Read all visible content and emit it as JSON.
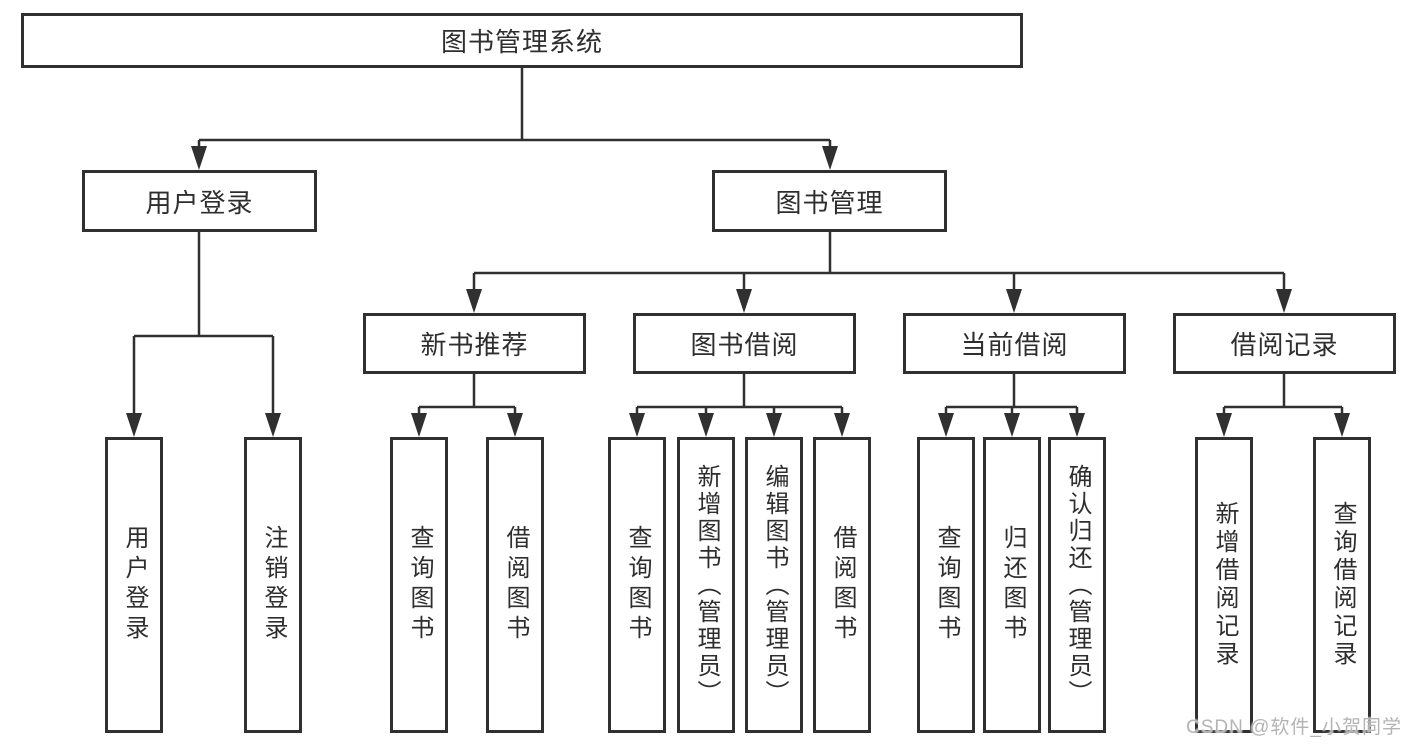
{
  "tree": {
    "root": "图书管理系统",
    "branches": [
      {
        "label": "用户登录",
        "leaves": [
          "用户登录",
          "注销登录"
        ]
      },
      {
        "label": "图书管理",
        "children": [
          {
            "label": "新书推荐",
            "leaves": [
              "查询图书",
              "借阅图书"
            ]
          },
          {
            "label": "图书借阅",
            "leaves": [
              "查询图书",
              "新增图书（管理员）",
              "编辑图书（管理员）",
              "借阅图书"
            ]
          },
          {
            "label": "当前借阅",
            "leaves": [
              "查询图书",
              "归还图书",
              "确认归还（管理员）"
            ]
          },
          {
            "label": "借阅记录",
            "leaves": [
              "新增借阅记录",
              "查询借阅记录"
            ]
          }
        ]
      }
    ]
  },
  "watermark": {
    "text": "CSDN @软件_小贺同学"
  },
  "colors": {
    "box_border": "#303030",
    "connector": "#303030",
    "text": "#2e2e2e",
    "watermark": "#b4b4b4",
    "background": "#ffffff"
  }
}
